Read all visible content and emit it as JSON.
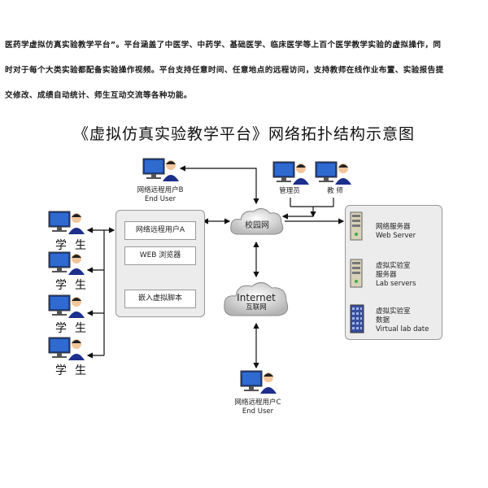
{
  "paragraph": {
    "line1": "医药学虚拟仿真实验教学平台”。平台涵盖了中医学、中药学、基础医学、临床医学等上百个医学教学实验的虚拟操作，同",
    "line2": "时对于每个大类实验都配备实验操作视频。平台支持任意时间、任意地点的远程访问，支持教师在线作业布置、实验报告提",
    "line3": "交修改、成绩自动统计、师生互动交流等各种功能。"
  },
  "diagram": {
    "title": "《虚拟仿真实验教学平台》网络拓扑结构示意图",
    "student_label": "学生",
    "user_b": {
      "line1": "网络远程用户B",
      "line2": "End User"
    },
    "admin_label": "管理员",
    "teacher_label": "教 师",
    "panel_a": {
      "user_a": "网络远程用户A",
      "browser": "WEB 浏览器",
      "script": "嵌入虚拟脚本"
    },
    "campus_net": "校园网",
    "internet": {
      "line1": "Internet",
      "line2": "互联网"
    },
    "user_c": {
      "line1": "网络远程用户C",
      "line2": "End User"
    },
    "web_server": {
      "line1": "网络服务器",
      "line2": "Web Server"
    },
    "lab_server": {
      "line1": "虚拟实验室",
      "line2": "服务器",
      "line3": "Lab servers"
    },
    "lab_data": {
      "line1": "虚拟实验室",
      "line2": "数据",
      "line3": "Virtual lab date"
    }
  }
}
